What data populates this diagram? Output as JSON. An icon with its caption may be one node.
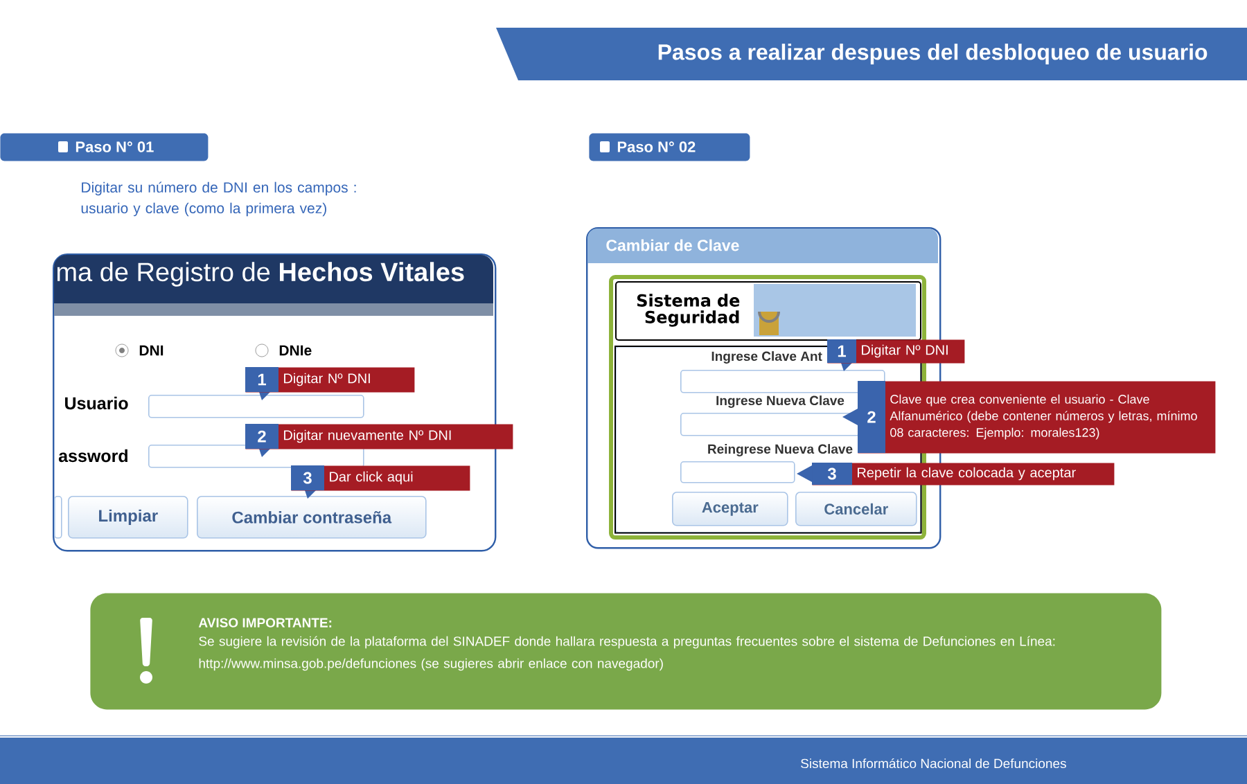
{
  "diagram": {
    "title": "Pasos a realizar despues del desbloqueo de usuario",
    "nodes": [
      {
        "text": [
          "Paso N° 01"
        ]
      },
      {
        "text": [
          "ma de Registro de **Hechos Vitales**"
        ]
      },
      {
        "text": [],
        "shape": "box",
        "in": 1
      },
      {
        "text": [],
        "shape": "box",
        "in": 1
      },
      {
        "text": [],
        "shape": "box",
        "in": 1
      },
      {
        "text": [
          "Limpiar"
        ],
        "in": 1
      },
      {
        "text": [
          "Cambiar contraseña"
        ],
        "in": 1
      },
      {
        "text": [
          "1",
          "Digitar Nº DNI"
        ],
        "in": 1
      },
      {
        "text": [
          "2",
          "Digitar nuevamente Nº DNI"
        ]
      },
      {
        "text": [
          "3",
          "Dar click  aqui"
        ],
        "in": 1
      },
      {
        "text": [
          "Paso N° 02"
        ]
      },
      {
        "text": [
          "Cambiar de Clave"
        ]
      },
      {
        "text": [
          "Sistema de Seguridad"
        ],
        "in": 11
      },
      {
        "text": [],
        "shape": "box",
        "in": 11
      },
      {
        "text": [],
        "shape": "box",
        "in": 13
      },
      {
        "text": [],
        "shape": "box",
        "in": 13
      },
      {
        "text": [],
        "shape": "box",
        "in": 13
      },
      {
        "text": [
          "Aceptar"
        ],
        "in": 13
      },
      {
        "text": [
          "Cancelar"
        ],
        "in": 13
      },
      {
        "text": [
          "1",
          "Digitar Nº DNI"
        ]
      },
      {
        "text": [
          "2",
          "Clave que crea conveniente el usuario - Clave Alfanumérico (debe  contener números y letras, mínimo 08 caracteres: Ejemplo: morales123)"
        ]
      },
      {
        "text": [
          "3",
          "Repetir la clave colocada y aceptar"
        ]
      },
      {
        "text": [
          "AVISO IMPORTANTE:",
          "Se sugiere la revisión de la plataforma del SINADEF donde hallara respuesta a preguntas frecuentes sobre el sistema de Defunciones en Línea: http://www.minsa.gob.pe/defunciones (se sugieres abrir enlace con navegador)"
        ]
      }
    ],
    "labels": [
      "Digitar su número de DNI  en los campos : usuario y clave (como la primera vez)",
      "DNI",
      "DNIe",
      "Usuario",
      "assword",
      "Ingrese Clave Ant",
      "Ingrese Nueva Clave",
      "Reingrese Nueva Clave",
      "Sistema Informático Nacional de Defunciones"
    ]
  }
}
